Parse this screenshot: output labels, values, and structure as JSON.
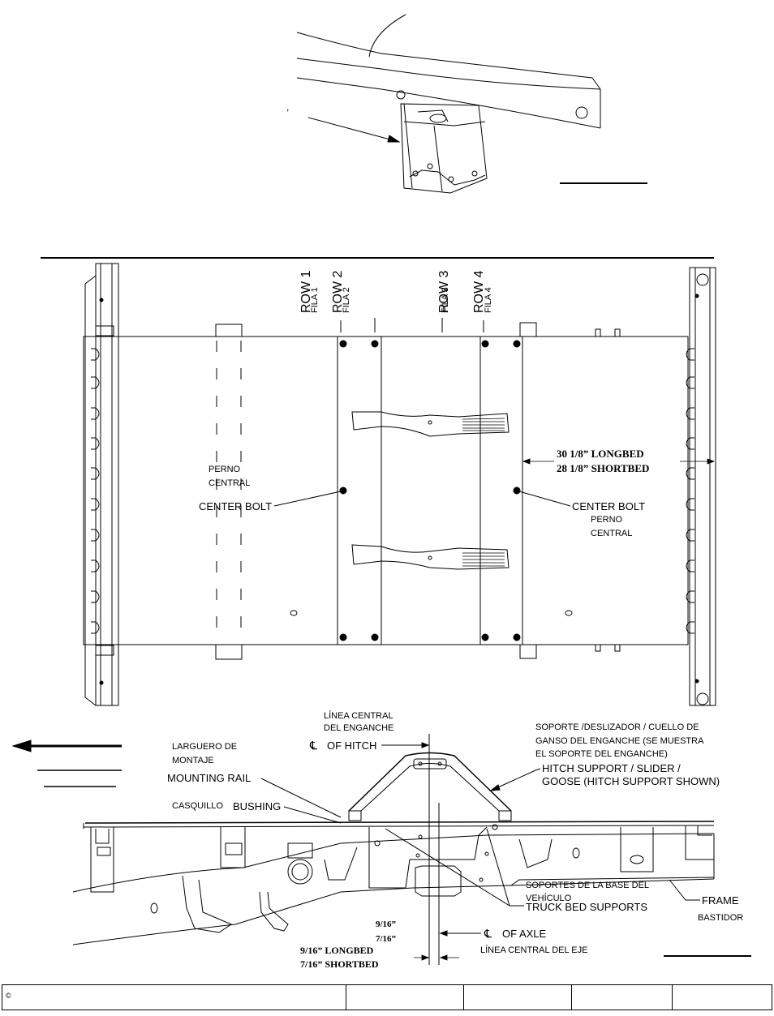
{
  "labels": {
    "row1": "ROW 1",
    "fila1": "FILA 1",
    "row2": "ROW 2",
    "fila2": "FILA 2",
    "row3": "ROW 3",
    "fila3": "FILA 3",
    "row4": "ROW 4",
    "fila4": "FILA 4",
    "perno_central_left": "PERNO",
    "central_left": "CENTRAL",
    "center_bolt_left": "CENTER BOLT",
    "center_bolt_right": "CENTER BOLT",
    "perno_right": "PERNO",
    "central_right": "CENTRAL",
    "longbed_dim": "30 1/8” LONGBED",
    "shortbed_dim": "28 1/8” SHORTBED",
    "linea_central_1": "LÍNEA CENTRAL",
    "linea_central_2": "DEL ENGANCHE",
    "cl_of_hitch": "OF HITCH",
    "larguero_1": "LARGUERO DE",
    "larguero_2": "MONTAJE",
    "mounting_rail": "MOUNTING RAIL",
    "casquillo": "CASQUILLO",
    "bushing": "BUSHING",
    "soporte_1": "SOPORTE /DESLIZADOR / CUELLO DE",
    "soporte_2": "GANSO DEL ENGANCHE (SE MUESTRA",
    "soporte_3": "EL SOPORTE DEL ENGANCHE)",
    "hitch_support_1": "HITCH SUPPORT / SLIDER /",
    "hitch_support_2": "GOOSE (HITCH SUPPORT SHOWN)",
    "soportes_base_1": "SOPORTES DE LA BASE DEL",
    "soportes_base_2": "VEHÍCULO",
    "truck_bed_supports": "TRUCK BED SUPPORTS",
    "frame": "FRAME",
    "bastidor": "BASTIDOR",
    "dim_916": "9/16”",
    "dim_716": "7/16”",
    "dim_916_longbed": "9/16” LONGBED",
    "dim_716_shortbed": "7/16” SHORTBED",
    "cl_of_axle": "OF AXLE",
    "linea_central_eje": "LÍNEA CENTRAL DEL EJE",
    "cl_symbol": "℄",
    "comma_mark": ","
  },
  "footer": {
    "copyright": "©"
  }
}
